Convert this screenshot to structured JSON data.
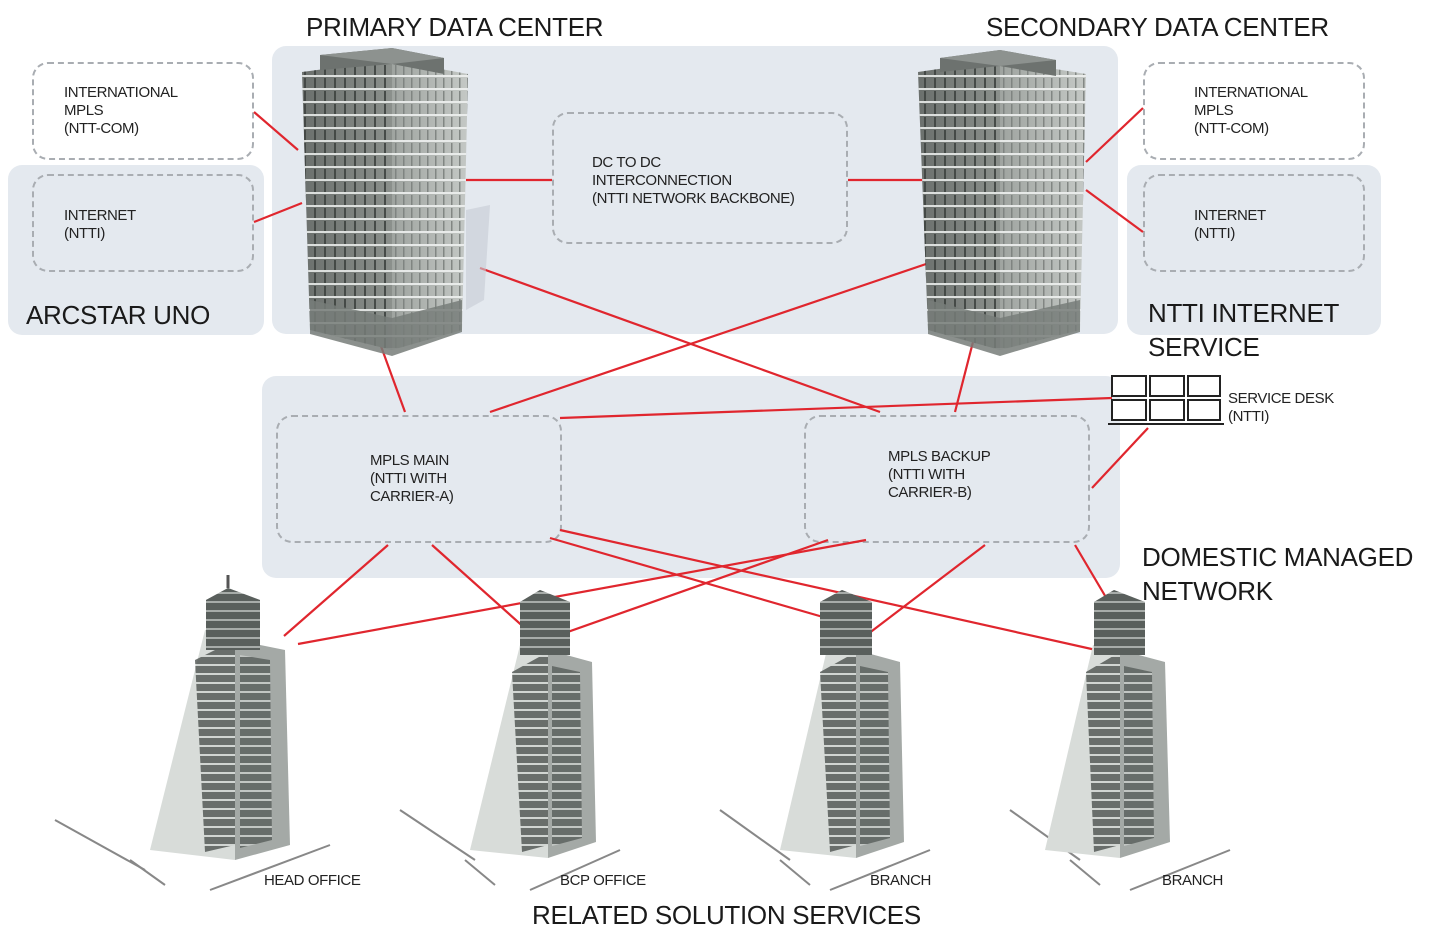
{
  "titles": {
    "primary_dc": "PRIMARY DATA CENTER",
    "secondary_dc": "SECONDARY DATA CENTER",
    "related": "RELATED SOLUTION SERVICES"
  },
  "groups": {
    "arcstar": "ARCSTAR UNO",
    "ntti_internet": "NTTI INTERNET\nSERVICE",
    "domestic": "DOMESTIC MANAGED\nNETWORK"
  },
  "boxes": {
    "intl_mpls_left": "INTERNATIONAL\nMPLS\n(NTT-COM)",
    "internet_left": "INTERNET\n(NTTI)",
    "dc_interconnect": "DC TO DC\nINTERCONNECTION\n(NTTI NETWORK BACKBONE)",
    "intl_mpls_right": "INTERNATIONAL\nMPLS\n(NTT-COM)",
    "internet_right": "INTERNET\n(NTTI)",
    "mpls_main": "MPLS MAIN\n(NTTI WITH\nCARRIER-A)",
    "mpls_backup": "MPLS BACKUP\n(NTTI WITH\nCARRIER-B)",
    "service_desk": "SERVICE DESK\n(NTTI)"
  },
  "sites": {
    "head_office": "HEAD OFFICE",
    "bcp_office": "BCP OFFICE",
    "branch_1": "BRANCH",
    "branch_2": "BRANCH"
  },
  "colors": {
    "link": "#e0262e",
    "panel": "#e4e9ef",
    "dash": "#a9adb2",
    "building": "#5a5f5c"
  },
  "icons": [
    "data-center-building-icon",
    "office-tower-icon",
    "monitor-wall-icon"
  ]
}
